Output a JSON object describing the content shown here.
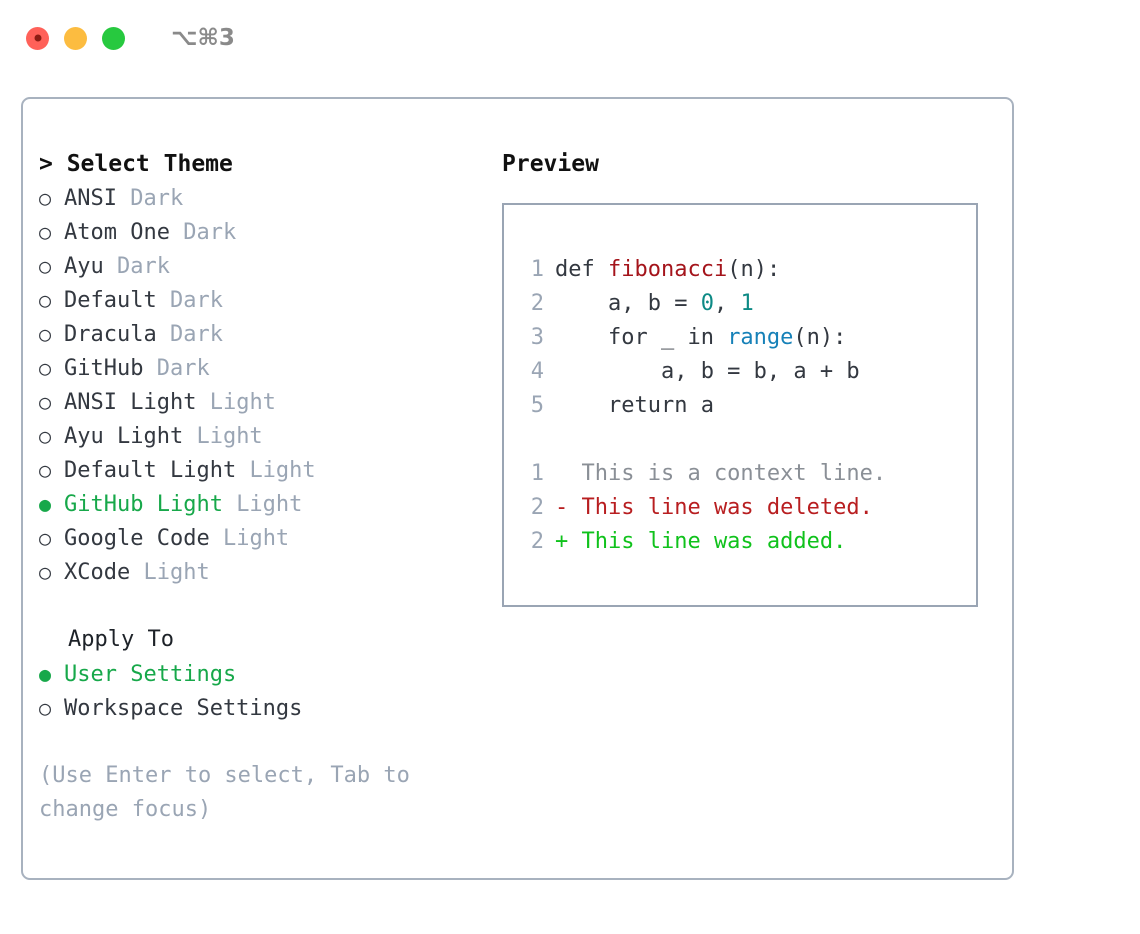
{
  "window": {
    "shortcut_label": "⌥⌘3",
    "traffic_lights": [
      "close",
      "minimize",
      "zoom"
    ]
  },
  "left": {
    "header": "> Select Theme",
    "themes": [
      {
        "bullet": "○",
        "name": "ANSI",
        "kind": "Dark",
        "selected": false
      },
      {
        "bullet": "○",
        "name": "Atom One",
        "kind": "Dark",
        "selected": false
      },
      {
        "bullet": "○",
        "name": "Ayu",
        "kind": "Dark",
        "selected": false
      },
      {
        "bullet": "○",
        "name": "Default",
        "kind": "Dark",
        "selected": false
      },
      {
        "bullet": "○",
        "name": "Dracula",
        "kind": "Dark",
        "selected": false
      },
      {
        "bullet": "○",
        "name": "GitHub",
        "kind": "Dark",
        "selected": false
      },
      {
        "bullet": "○",
        "name": "ANSI Light",
        "kind": "Light",
        "selected": false
      },
      {
        "bullet": "○",
        "name": "Ayu Light",
        "kind": "Light",
        "selected": false
      },
      {
        "bullet": "○",
        "name": "Default Light",
        "kind": "Light",
        "selected": false
      },
      {
        "bullet": "●",
        "name": "GitHub Light",
        "kind": "Light",
        "selected": true
      },
      {
        "bullet": "○",
        "name": "Google Code",
        "kind": "Light",
        "selected": false
      },
      {
        "bullet": "○",
        "name": "XCode",
        "kind": "Light",
        "selected": false
      }
    ],
    "apply_to": {
      "title": "Apply To",
      "options": [
        {
          "bullet": "●",
          "label": "User Settings",
          "selected": true
        },
        {
          "bullet": "○",
          "label": "Workspace Settings",
          "selected": false
        }
      ]
    },
    "hint": "(Use Enter to select, Tab to change focus)"
  },
  "right": {
    "title": "Preview",
    "code_lines": [
      {
        "no": "1",
        "tokens": [
          {
            "t": "def ",
            "c": "tok-plain"
          },
          {
            "t": "fibonacci",
            "c": "tok-func"
          },
          {
            "t": "(n):",
            "c": "tok-plain"
          }
        ]
      },
      {
        "no": "2",
        "tokens": [
          {
            "t": "    a, b = ",
            "c": "tok-plain"
          },
          {
            "t": "0",
            "c": "tok-num"
          },
          {
            "t": ", ",
            "c": "tok-plain"
          },
          {
            "t": "1",
            "c": "tok-num"
          }
        ]
      },
      {
        "no": "3",
        "tokens": [
          {
            "t": "    for _ in ",
            "c": "tok-plain"
          },
          {
            "t": "range",
            "c": "tok-builtin"
          },
          {
            "t": "(n):",
            "c": "tok-plain"
          }
        ]
      },
      {
        "no": "4",
        "tokens": [
          {
            "t": "        a, b = b, a + b",
            "c": "tok-plain"
          }
        ]
      },
      {
        "no": "5",
        "tokens": [
          {
            "t": "    return a",
            "c": "tok-plain"
          }
        ]
      }
    ],
    "diff_lines": [
      {
        "no": "1",
        "text": "  This is a context line.",
        "c": "diff-context"
      },
      {
        "no": "2",
        "text": "- This line was deleted.",
        "c": "diff-del"
      },
      {
        "no": "2",
        "text": "+ This line was added.",
        "c": "diff-add"
      }
    ]
  },
  "colors": {
    "accent_green": "#17a84a",
    "add_green": "#10c21c",
    "del_red": "#b81e20",
    "func_red": "#a4141b",
    "num_teal": "#0d8a85",
    "builtin_blue": "#1681b8",
    "muted": "#9aa5b4",
    "border": "#a8b2bf",
    "traffic_red": "#ff6159",
    "traffic_yellow": "#fcbc40",
    "traffic_green": "#27c93f"
  }
}
